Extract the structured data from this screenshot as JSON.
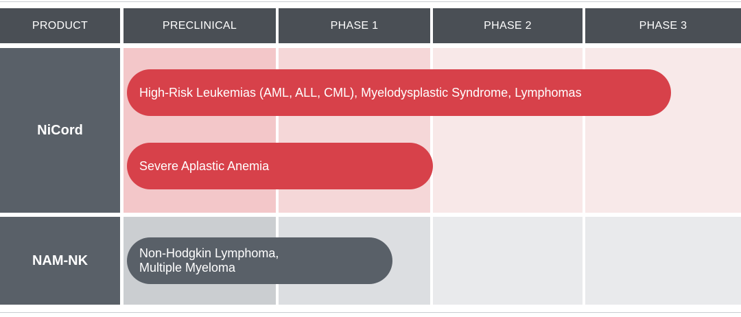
{
  "headers": [
    "PRODUCT",
    "PRECLINICAL",
    "PHASE 1",
    "PHASE 2",
    "PHASE 3"
  ],
  "phases": [
    "PRECLINICAL",
    "PHASE 1",
    "PHASE 2",
    "PHASE 3"
  ],
  "colors": {
    "header_bg": "#4a4f55",
    "product_bg": "#596068",
    "nicord_bar": "#d7414a",
    "namnk_bar": "#596068"
  },
  "rows": [
    {
      "product": "NiCord",
      "cell_colors": [
        "#f3c7c9",
        "#f5d7d8",
        "#f8e8e8",
        "#f8e9e9"
      ],
      "programs": [
        {
          "indication": "High-Risk Leukemias (AML, ALL, CML), Myelodysplastic Syndrome, Lymphomas",
          "progress_phases": 3.55
        },
        {
          "indication": "Severe Aplastic Anemia",
          "progress_phases": 2.0
        }
      ]
    },
    {
      "product": "NAM-NK",
      "cell_colors": [
        "#cbced1",
        "#dcdee1",
        "#e9eaec",
        "#e9eaec"
      ],
      "programs": [
        {
          "indication": "Non-Hodgkin Lymphoma,\nMultiple Myeloma",
          "progress_phases": 1.75
        }
      ]
    }
  ],
  "chart_data": {
    "type": "bar",
    "orientation": "horizontal",
    "categories": [
      "PRECLINICAL",
      "PHASE 1",
      "PHASE 2",
      "PHASE 3"
    ],
    "series": [
      {
        "name": "NiCord",
        "values": [
          {
            "label": "High-Risk Leukemias (AML, ALL, CML), Myelodysplastic Syndrome, Lymphomas",
            "progress_phases": 3.55
          },
          {
            "label": "Severe Aplastic Anemia",
            "progress_phases": 2.0
          }
        ]
      },
      {
        "name": "NAM-NK",
        "values": [
          {
            "label": "Non-Hodgkin Lymphoma,\nMultiple Myeloma",
            "progress_phases": 1.75
          }
        ]
      }
    ],
    "grid": true,
    "legend": "none"
  }
}
